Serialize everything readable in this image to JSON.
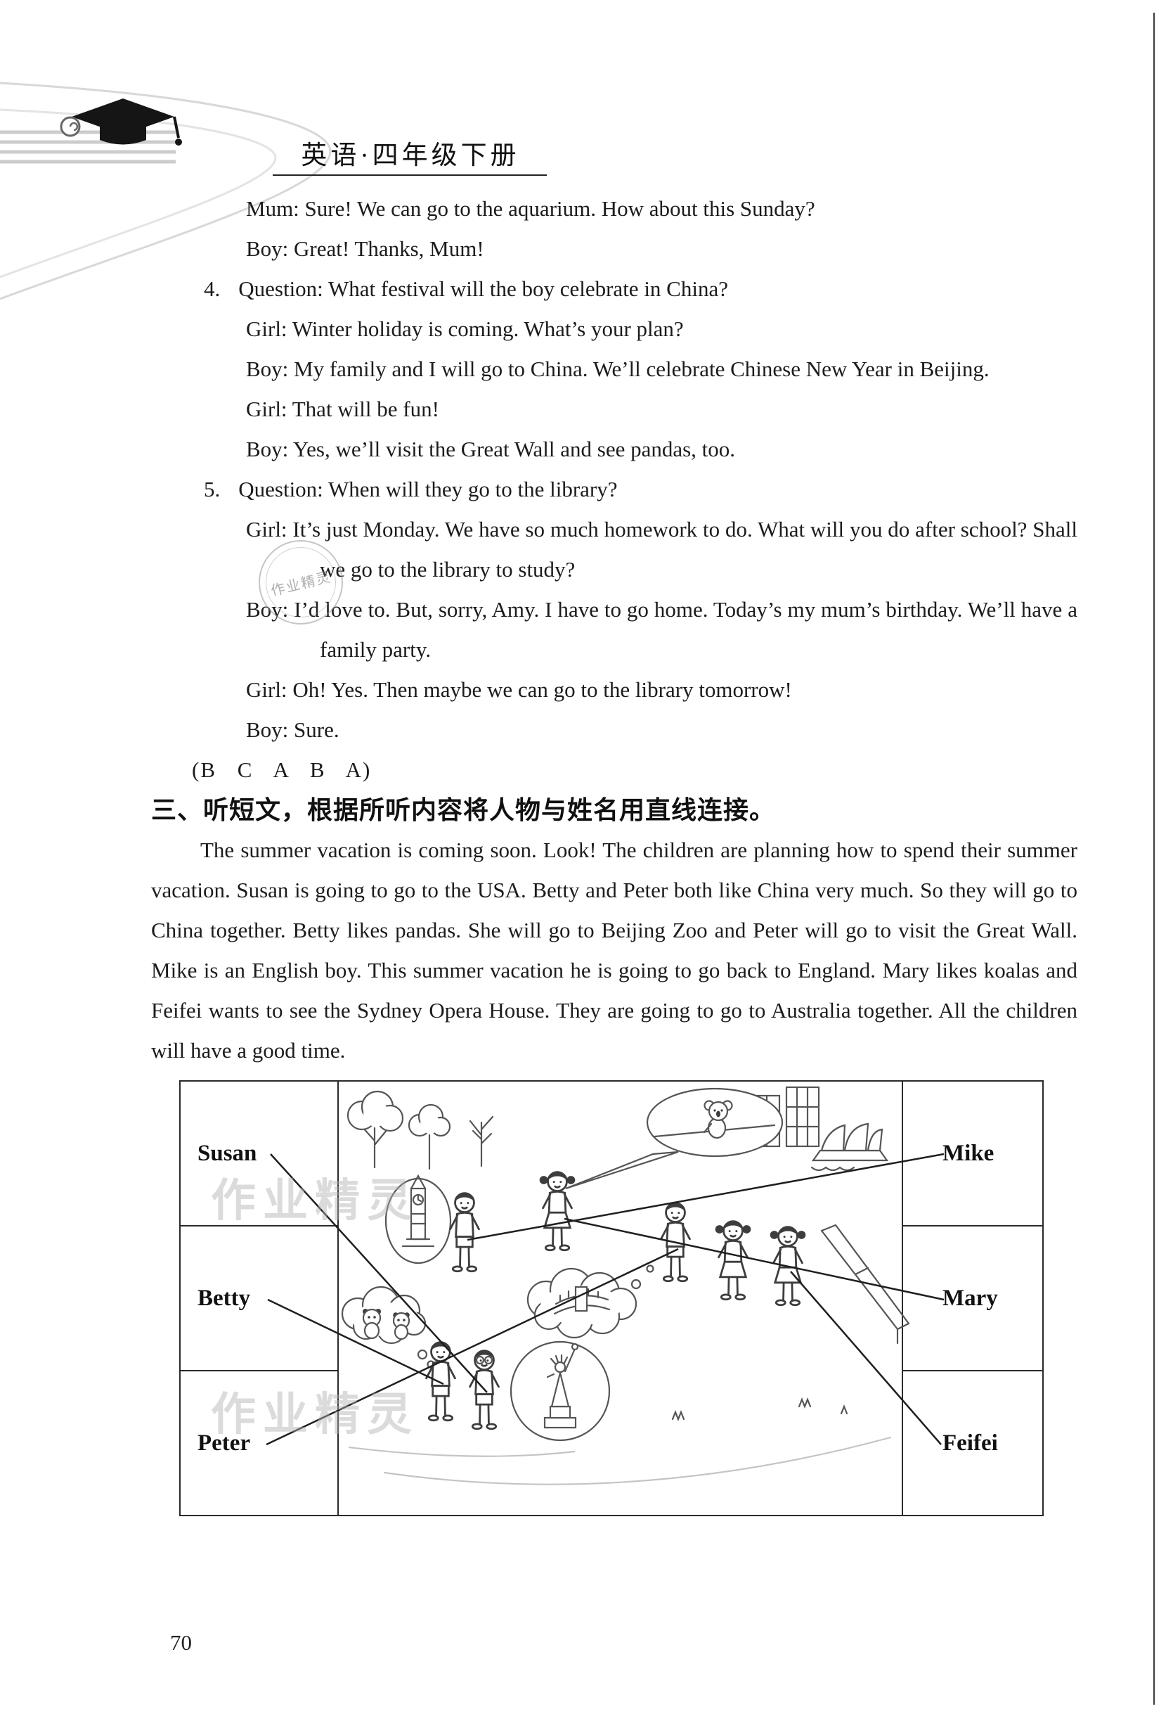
{
  "header": {
    "title": "英语·四年级下册"
  },
  "transcript": {
    "entries": [
      {
        "num": "",
        "speaker": "Mum: ",
        "text": "Sure! We can go to the aquarium. How about this Sunday?"
      },
      {
        "num": "",
        "speaker": "Boy: ",
        "text": "Great! Thanks, Mum!"
      },
      {
        "num": "4.",
        "speaker": "Question: ",
        "text": "What festival will the boy celebrate in China?"
      },
      {
        "num": "",
        "speaker": "Girl: ",
        "text": "Winter holiday is coming. What’s your plan?"
      },
      {
        "num": "",
        "speaker": "Boy: ",
        "text": "My family and I will go to China. We’ll celebrate Chinese New Year in Beijing."
      },
      {
        "num": "",
        "speaker": "Girl: ",
        "text": "That will be fun!"
      },
      {
        "num": "",
        "speaker": "Boy: ",
        "text": "Yes, we’ll visit the Great Wall and see pandas, too."
      },
      {
        "num": "5.",
        "speaker": "Question: ",
        "text": "When will they go to the library?"
      },
      {
        "num": "",
        "speaker": "Girl: ",
        "text": "It’s just Monday. We have so much homework to do. What will you do after school? Shall we go to the library to study?"
      },
      {
        "num": "",
        "speaker": "Boy: ",
        "text": "I’d love to. But, sorry, Amy. I have to go home. Today’s my mum’s birthday. We’ll have a family party."
      },
      {
        "num": "",
        "speaker": "Girl: ",
        "text": "Oh! Yes. Then maybe we can go to the library tomorrow!"
      },
      {
        "num": "",
        "speaker": "Boy: ",
        "text": "Sure."
      }
    ],
    "answers": "(B C A B A)"
  },
  "section3": {
    "heading": "三、听短文，根据所听内容将人物与姓名用直线连接。",
    "passage": "The summer vacation is coming soon. Look! The children are planning how to spend their summer vacation. Susan is going to go to the USA. Betty and Peter both like China very much. So they will go to China together. Betty likes pandas. She will go to Beijing Zoo and Peter will go to visit the Great Wall. Mike is an English boy. This summer vacation he is going to go back to England. Mary likes koalas and Feifei wants to see the Sydney Opera House. They are going to go to Australia together. All the children will have a good time."
  },
  "matching": {
    "left_names": [
      "Susan",
      "Betty",
      "Peter"
    ],
    "right_names": [
      "Mike",
      "Mary",
      "Feifei"
    ],
    "illustration_landmarks": [
      "koala",
      "Big Ben",
      "Great Wall",
      "pandas",
      "Statue of Liberty",
      "Sydney Opera House"
    ],
    "connections": [
      {
        "from": "Mike",
        "to": "child-big-ben"
      },
      {
        "from": "Mary",
        "to": "child-koala"
      },
      {
        "from": "Peter",
        "to": "child-great-wall"
      },
      {
        "from": "Betty",
        "to": "child-pandas"
      },
      {
        "from": "Susan",
        "to": "child-statue-of-liberty"
      },
      {
        "from": "Feifei",
        "to": "child-sydney-opera-house"
      }
    ]
  },
  "watermark": {
    "text": "作业精灵",
    "stamp": "作业精灵"
  },
  "footer": {
    "page_number": "70"
  }
}
